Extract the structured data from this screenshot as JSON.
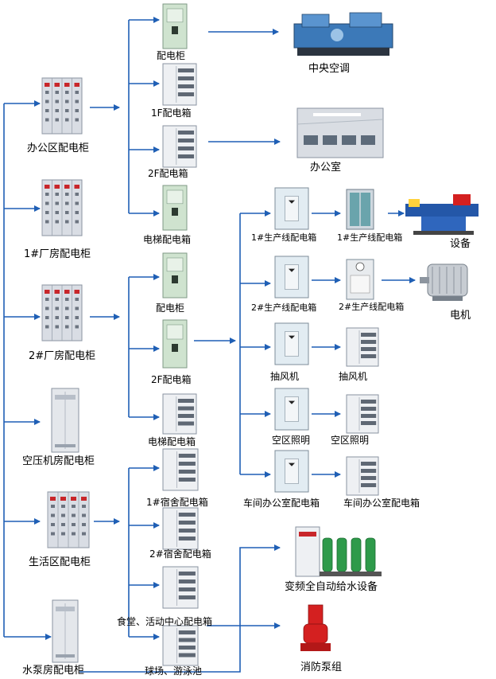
{
  "colors": {
    "line": "#1f5fb5",
    "cabinet_gray": "#d9dde4",
    "cabinet_green": "#cfe3cf",
    "panel_red": "#c8262a",
    "pump_green": "#2e9a4a",
    "pump_red": "#d42020"
  },
  "main_cabinets": [
    {
      "key": "office",
      "label": "办公区配电柜",
      "icon": "main-cabinet-icon"
    },
    {
      "key": "f1",
      "label": "1#厂房配电柜",
      "icon": "main-cabinet-icon"
    },
    {
      "key": "f2",
      "label": "2#厂房配电柜",
      "icon": "main-cabinet-icon"
    },
    {
      "key": "air",
      "label": "空压机房配电柜",
      "icon": "tall-cabinet-icon"
    },
    {
      "key": "life",
      "label": "生活区配电柜",
      "icon": "main-cabinet-icon"
    },
    {
      "key": "pump",
      "label": "水泵房配电柜",
      "icon": "tall-cabinet-icon"
    }
  ],
  "office_branches": [
    {
      "label": "配电柜",
      "icon": "green-cabinet-icon"
    },
    {
      "label": "1F配电箱",
      "icon": "distribution-box-icon"
    },
    {
      "label": "2F配电箱",
      "icon": "distribution-box-icon"
    },
    {
      "label": "电梯配电箱",
      "icon": "green-cabinet-icon"
    }
  ],
  "f2_branches": [
    {
      "label": "配电柜",
      "icon": "green-cabinet-icon"
    },
    {
      "label": "2F配电箱",
      "icon": "green-cabinet-icon"
    },
    {
      "label": "电梯配电箱",
      "icon": "distribution-box-icon"
    }
  ],
  "life_branches": [
    {
      "label": "1#宿舍配电箱",
      "icon": "distribution-box-icon"
    },
    {
      "label": "2#宿舍配电箱",
      "icon": "distribution-box-icon"
    },
    {
      "label": "食堂、活动中心配电箱",
      "icon": "distribution-box-icon"
    },
    {
      "label": "球场、游泳池",
      "icon": "distribution-box-icon"
    }
  ],
  "production_lines": [
    {
      "left": "1#生产线配电箱",
      "right": "1#生产线配电箱"
    },
    {
      "left": "2#生产线配电箱",
      "right": "2#生产线配电箱"
    },
    {
      "left": "抽风机",
      "right": "抽风机"
    },
    {
      "left": "空区照明",
      "right": "空区照明"
    },
    {
      "left": "车间办公室配电箱",
      "right": "车间办公室配电箱"
    }
  ],
  "endpoints": {
    "ac": "中央空调",
    "office": "办公室",
    "equipment": "设备",
    "motor": "电机",
    "water": "变频全自动给水设备",
    "fire": "消防泵组"
  }
}
